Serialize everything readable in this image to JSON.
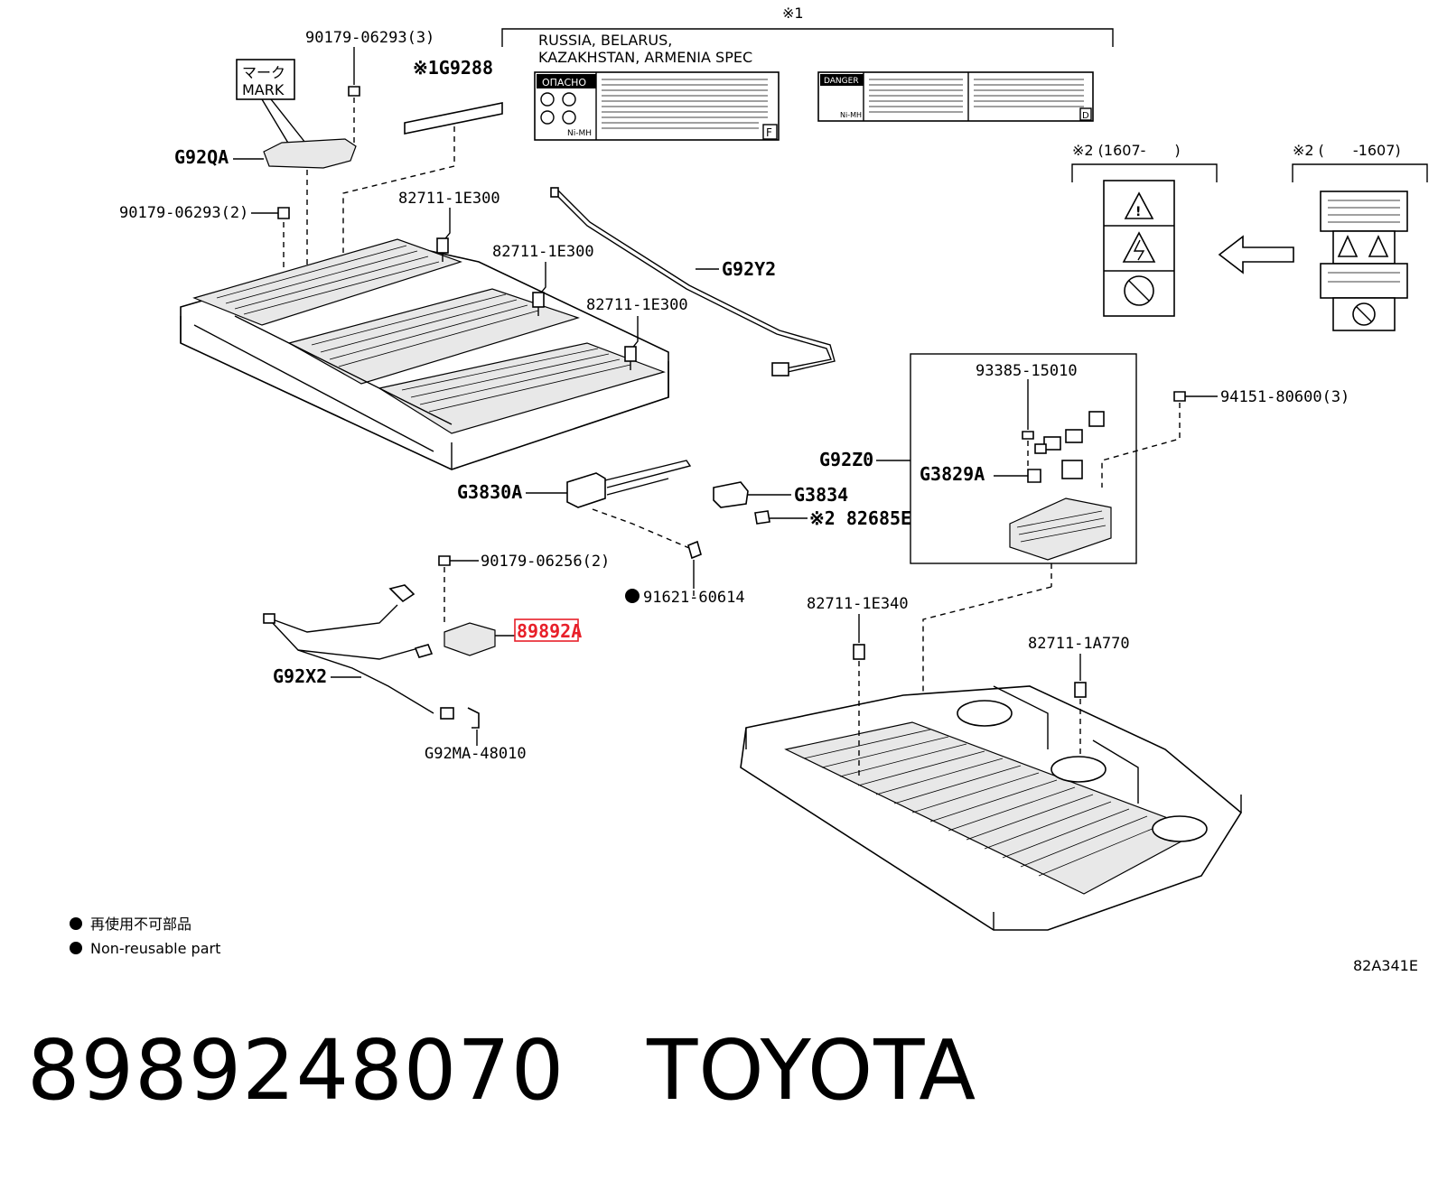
{
  "labels": {
    "note1_mark": "※1",
    "spec_line1": "RUSSIA, BELARUS,",
    "spec_line2": "KAZAKHSTAN, ARMENIA SPEC",
    "label_opasno": "ОПАСНО",
    "label_danger": "DANGER",
    "label_nimh": "Ni-MH",
    "label_f": "F",
    "label_d": "D",
    "mark_jp": "マーク",
    "mark_en": "MARK",
    "note2_left": "※2 (1607-　　)",
    "note2_right": "※2 (　　-1607)",
    "p_90179_06293_3": "90179-06293(3)",
    "p_g9288": "※1G9288",
    "p_g92qa": "G92QA",
    "p_90179_06293_2": "90179-06293(2)",
    "p_82711_1e300_a": "82711-1E300",
    "p_82711_1e300_b": "82711-1E300",
    "p_82711_1e300_c": "82711-1E300",
    "p_g92y2": "G92Y2",
    "p_93385_15010": "93385-15010",
    "p_94151_80600_3": "94151-80600(3)",
    "p_g92z0": "G92Z0",
    "p_g3829a": "G3829A",
    "p_g3830a": "G3830A",
    "p_g3834": "G3834",
    "p_82685e": "※2 82685E",
    "p_90179_06256_2": "90179-06256(2)",
    "p_91621_60614": "91621-60614",
    "p_89892a": "89892A",
    "p_82711_1e340": "82711-1E340",
    "p_82711_1a770": "82711-1A770",
    "p_g92x2": "G92X2",
    "p_g92ma_48010": "G92MA-48010",
    "legend_jp": "再使用不可部品",
    "legend_en": "Non-reusable part",
    "diagram_code": "82A341E"
  },
  "title": {
    "part_number": "8989248070",
    "brand": "TOYOTA"
  },
  "colors": {
    "highlight": "#e8202a",
    "ink": "#000000"
  }
}
